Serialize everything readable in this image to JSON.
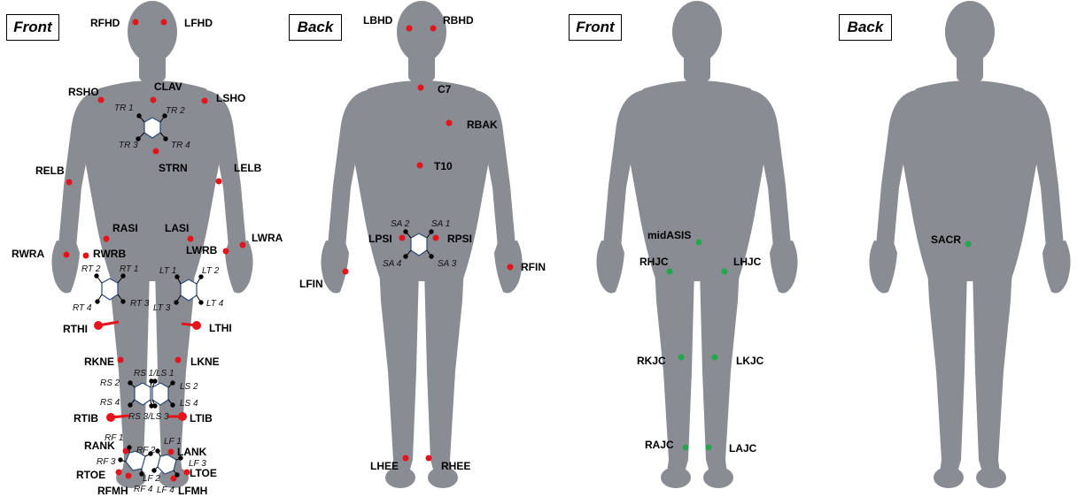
{
  "views": {
    "front1": "Front",
    "back1": "Back",
    "front2": "Front",
    "back2": "Back"
  },
  "colors": {
    "body": "#8a8c94",
    "marker": "#e3141b",
    "joint_center": "#22a84a",
    "cluster_outline": "#2b4a7a"
  },
  "markers": {
    "RFHD": "RFHD",
    "LFHD": "LFHD",
    "RSHO": "RSHO",
    "CLAV": "CLAV",
    "LSHO": "LSHO",
    "STRN": "STRN",
    "RELB": "RELB",
    "LELB": "LELB",
    "RASI": "RASI",
    "LASI": "LASI",
    "RWRA": "RWRA",
    "RWRB": "RWRB",
    "LWRB": "LWRB",
    "LWRA": "LWRA",
    "RTHI": "RTHI",
    "LTHI": "LTHI",
    "RKNE": "RKNE",
    "LKNE": "LKNE",
    "RTIB": "RTIB",
    "LTIB": "LTIB",
    "RANK": "RANK",
    "LANK": "LANK",
    "RTOE": "RTOE",
    "LTOE": "LTOE",
    "RFMH": "RFMH",
    "LFMH": "LFMH",
    "LBHD": "LBHD",
    "RBHD": "RBHD",
    "C7": "C7",
    "RBAK": "RBAK",
    "T10": "T10",
    "LPSI": "LPSI",
    "RPSI": "RPSI",
    "LFIN": "LFIN",
    "RFIN": "RFIN",
    "LHEE": "LHEE",
    "RHEE": "RHEE"
  },
  "clusters": {
    "TR1": "TR 1",
    "TR2": "TR 2",
    "TR3": "TR 3",
    "TR4": "TR 4",
    "RT1": "RT 1",
    "RT2": "RT 2",
    "RT3": "RT 3",
    "RT4": "RT 4",
    "LT1": "LT 1",
    "LT2": "LT 2",
    "LT3": "LT 3",
    "LT4": "LT 4",
    "RS1LS1": "RS 1/LS 1",
    "RS2": "RS 2",
    "RS4": "RS 4",
    "LS2": "LS 2",
    "LS4": "LS 4",
    "RS3LS3": "RS 3/LS 3",
    "RF1": "RF 1",
    "RF2": "RF 2",
    "RF3": "RF 3",
    "RF4": "RF 4",
    "LF1": "LF 1",
    "LF2": "LF 2",
    "LF3": "LF 3",
    "LF4": "LF 4",
    "SA1": "SA 1",
    "SA2": "SA 2",
    "SA3": "SA 3",
    "SA4": "SA 4"
  },
  "joint_centers": {
    "midASIS": "midASIS",
    "RHJC": "RHJC",
    "LHJC": "LHJC",
    "RKJC": "RKJC",
    "LKJC": "LKJC",
    "RAJC": "RAJC",
    "LAJC": "LAJC",
    "SACR": "SACR"
  }
}
